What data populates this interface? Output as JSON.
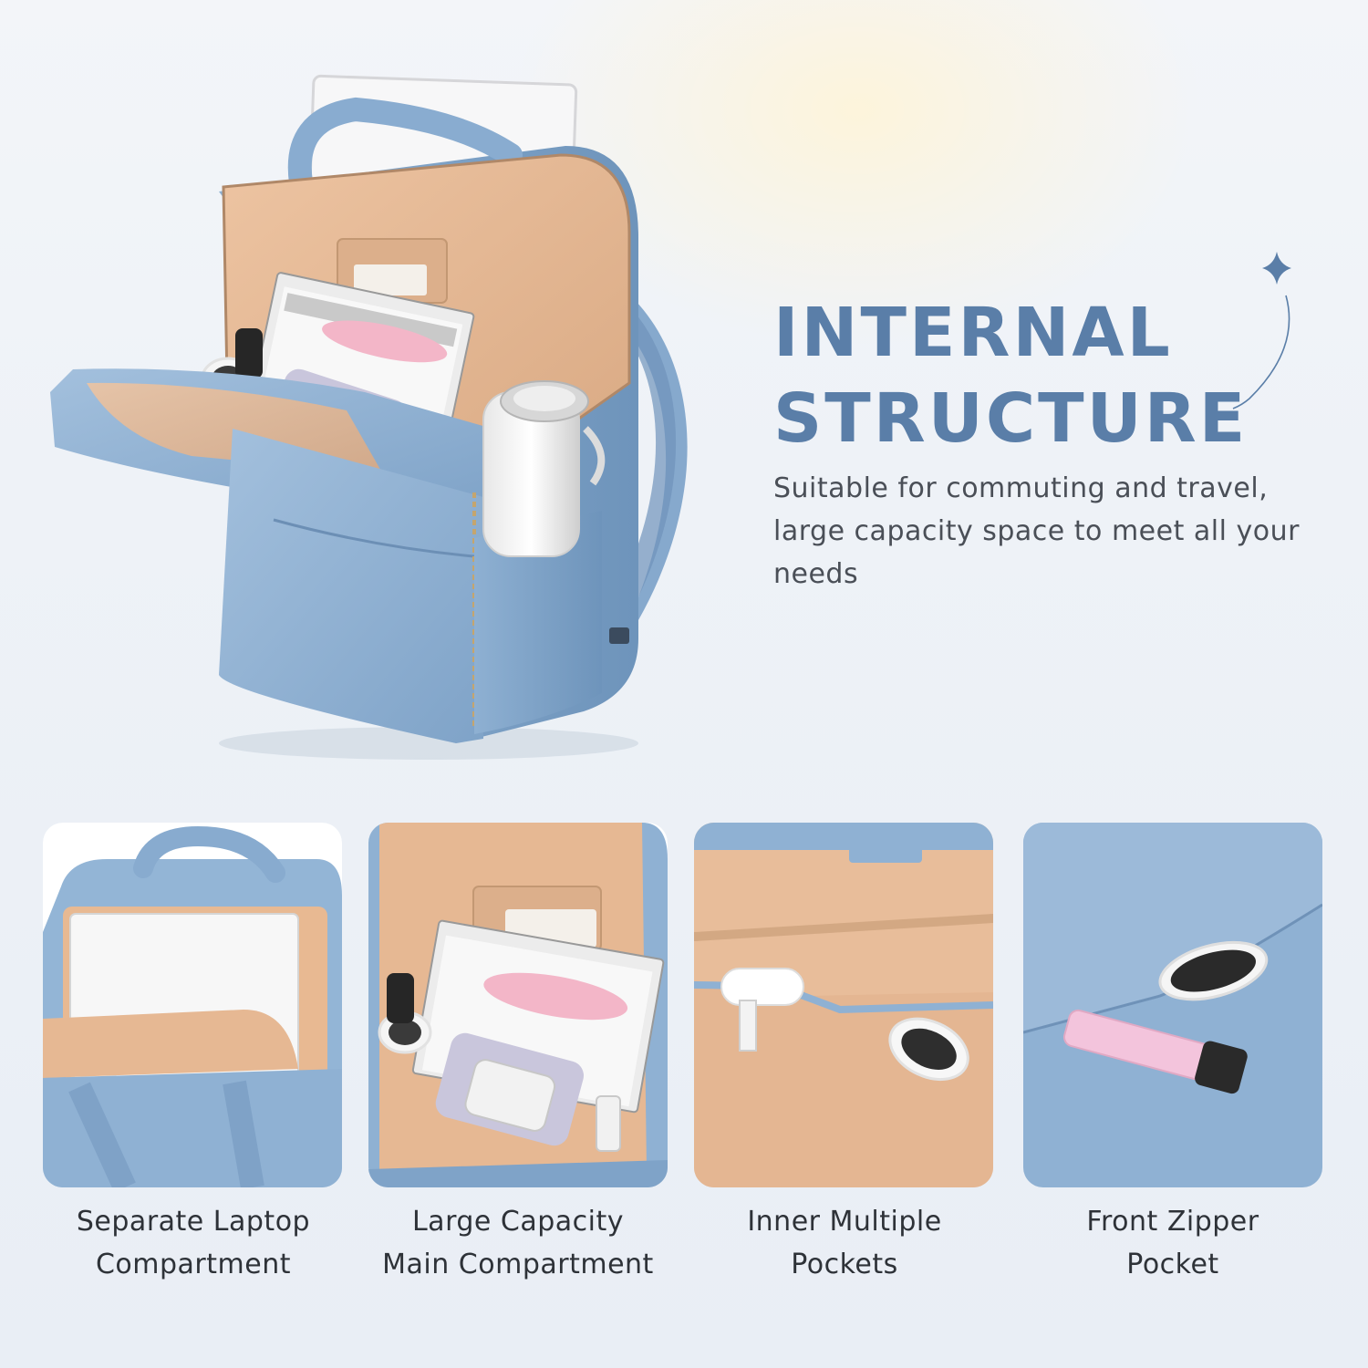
{
  "hero": {
    "heading_line1": "INTERNAL",
    "heading_line2": "STRUCTURE",
    "description": "Suitable for commuting and travel, large capacity space to meet all your needs",
    "image": "blue-backpack-open-with-laptop-magazines-bottle"
  },
  "features": [
    {
      "caption_line1": "Separate Laptop",
      "caption_line2": "Compartment",
      "image": "laptop-sleeve-closeup"
    },
    {
      "caption_line1": "Large Capacity",
      "caption_line2": "Main Compartment",
      "image": "main-compartment-closeup"
    },
    {
      "caption_line1": "Inner Multiple",
      "caption_line2": "Pockets",
      "image": "inner-pockets-closeup"
    },
    {
      "caption_line1": "Front Zipper",
      "caption_line2": "Pocket",
      "image": "front-zipper-pocket-closeup"
    }
  ],
  "colors": {
    "bag_blue": "#8fb1d3",
    "lining_tan": "#e6b996",
    "heading_blue": "#5a7ea8",
    "text_gray": "#4a4f57"
  },
  "icons": [
    "sparkle-star-icon"
  ]
}
